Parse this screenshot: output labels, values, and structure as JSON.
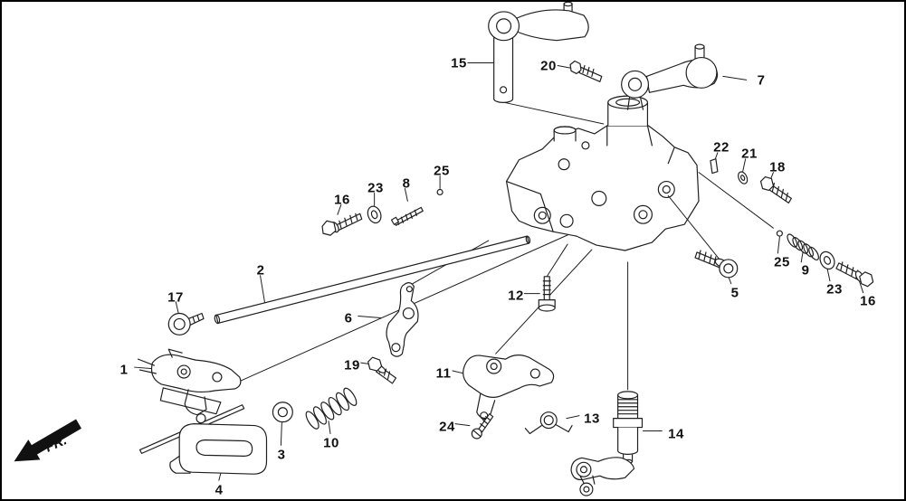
{
  "style": {
    "background": "#ffffff",
    "line_color": "#1f1f1f",
    "label_color": "#111111"
  },
  "diagram": {
    "fr_label": "FR.",
    "labels": [
      {
        "text": "15"
      },
      {
        "text": "20"
      },
      {
        "text": "7"
      },
      {
        "text": "22"
      },
      {
        "text": "21"
      },
      {
        "text": "18"
      },
      {
        "text": "25"
      },
      {
        "text": "23"
      },
      {
        "text": "8"
      },
      {
        "text": "16"
      },
      {
        "text": "2"
      },
      {
        "text": "17"
      },
      {
        "text": "12"
      },
      {
        "text": "5"
      },
      {
        "text": "25"
      },
      {
        "text": "9"
      },
      {
        "text": "23"
      },
      {
        "text": "16"
      },
      {
        "text": "6"
      },
      {
        "text": "1"
      },
      {
        "text": "19"
      },
      {
        "text": "11"
      },
      {
        "text": "3"
      },
      {
        "text": "10"
      },
      {
        "text": "4"
      },
      {
        "text": "24"
      },
      {
        "text": "13"
      },
      {
        "text": "14"
      }
    ]
  }
}
